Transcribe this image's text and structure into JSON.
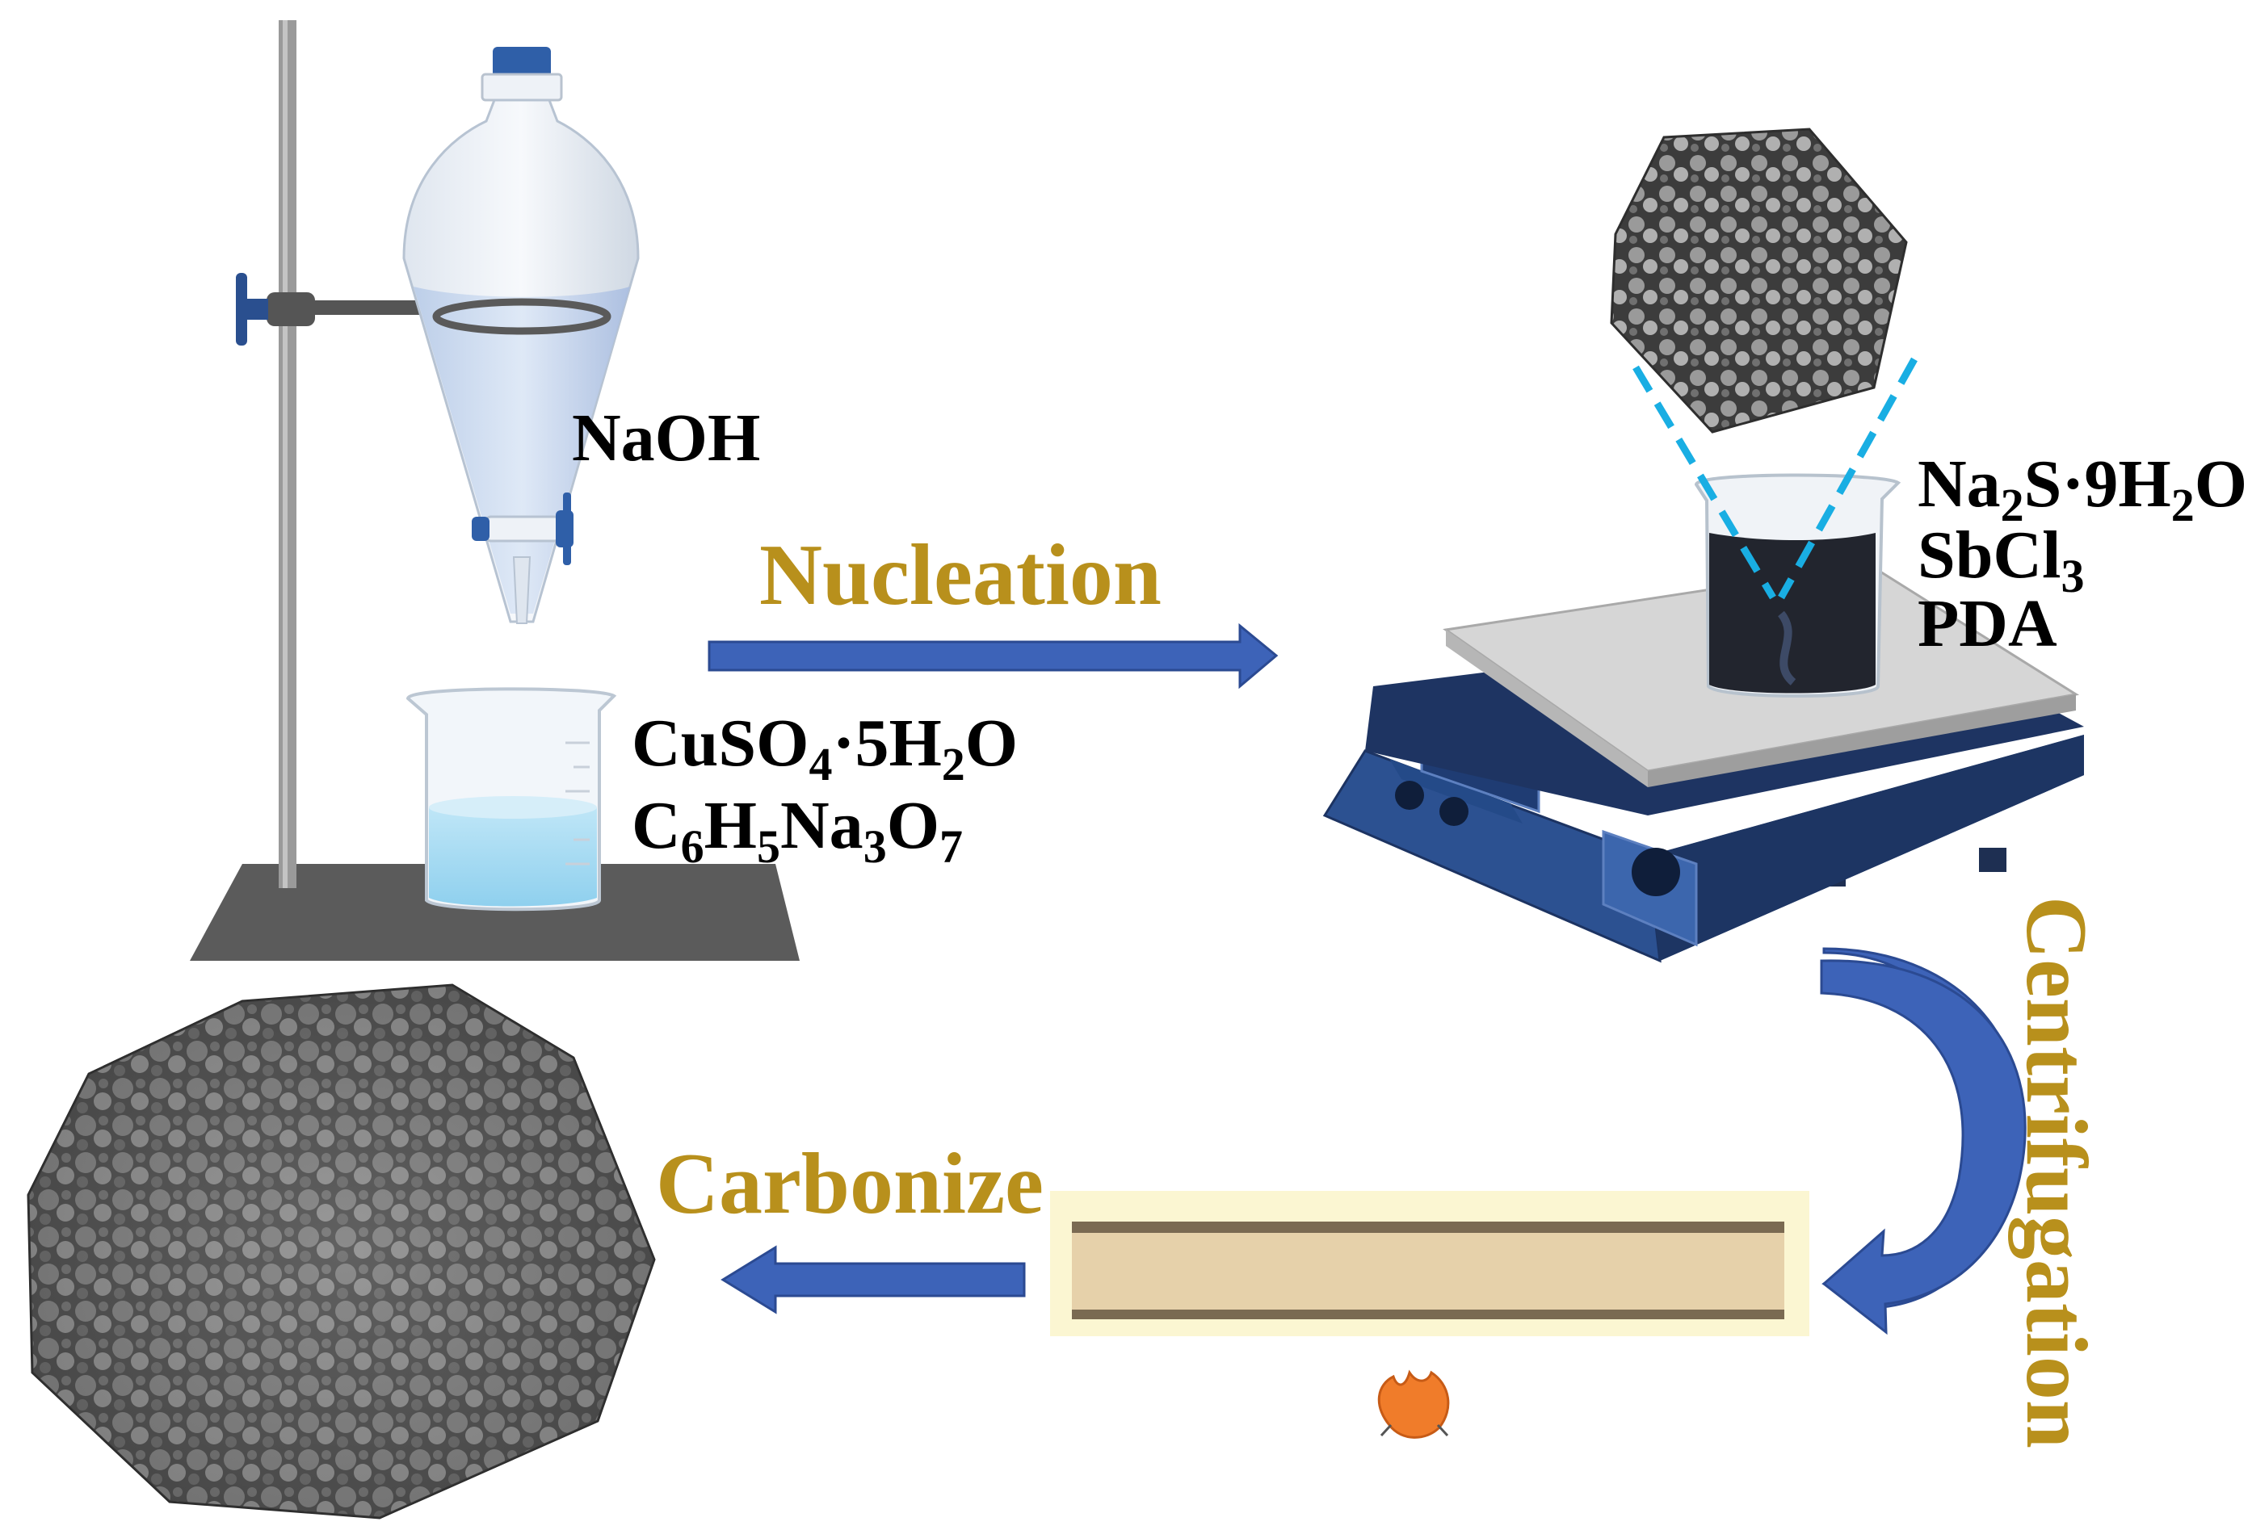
{
  "reagents_funnel": "NaOH",
  "reagents_beaker_1": [
    {
      "base": "CuSO",
      "sub1": "4",
      "mid": "·5H",
      "sub2": "2",
      "end": "O"
    },
    {
      "base": "C",
      "sub1": "6",
      "mid": "H",
      "sub2": "5",
      "mid2": "Na",
      "sub3": "3",
      "mid3": "O",
      "sub4": "7"
    }
  ],
  "reagents_beaker_2": [
    {
      "base": "Na",
      "sub1": "2",
      "mid": "S·9H",
      "sub2": "2",
      "end": "O"
    },
    {
      "base": "SbCl",
      "sub1": "3"
    },
    {
      "base": "PDA"
    }
  ],
  "steps": {
    "nucleation": "Nucleation",
    "centrifugation": "Centrifugation",
    "carbonize": "Carbonize"
  },
  "colors": {
    "step_text": "#b8901c",
    "arrow": "#3d63b8",
    "hotplate": "#2a4f8f",
    "sem_gray": "#6a6a6a"
  },
  "icons": [
    "ring-stand-icon",
    "separatory-funnel-icon",
    "beaker-icon",
    "hotplate-stirrer-icon",
    "sem-image-icon",
    "tube-furnace-icon",
    "flame-icon"
  ]
}
